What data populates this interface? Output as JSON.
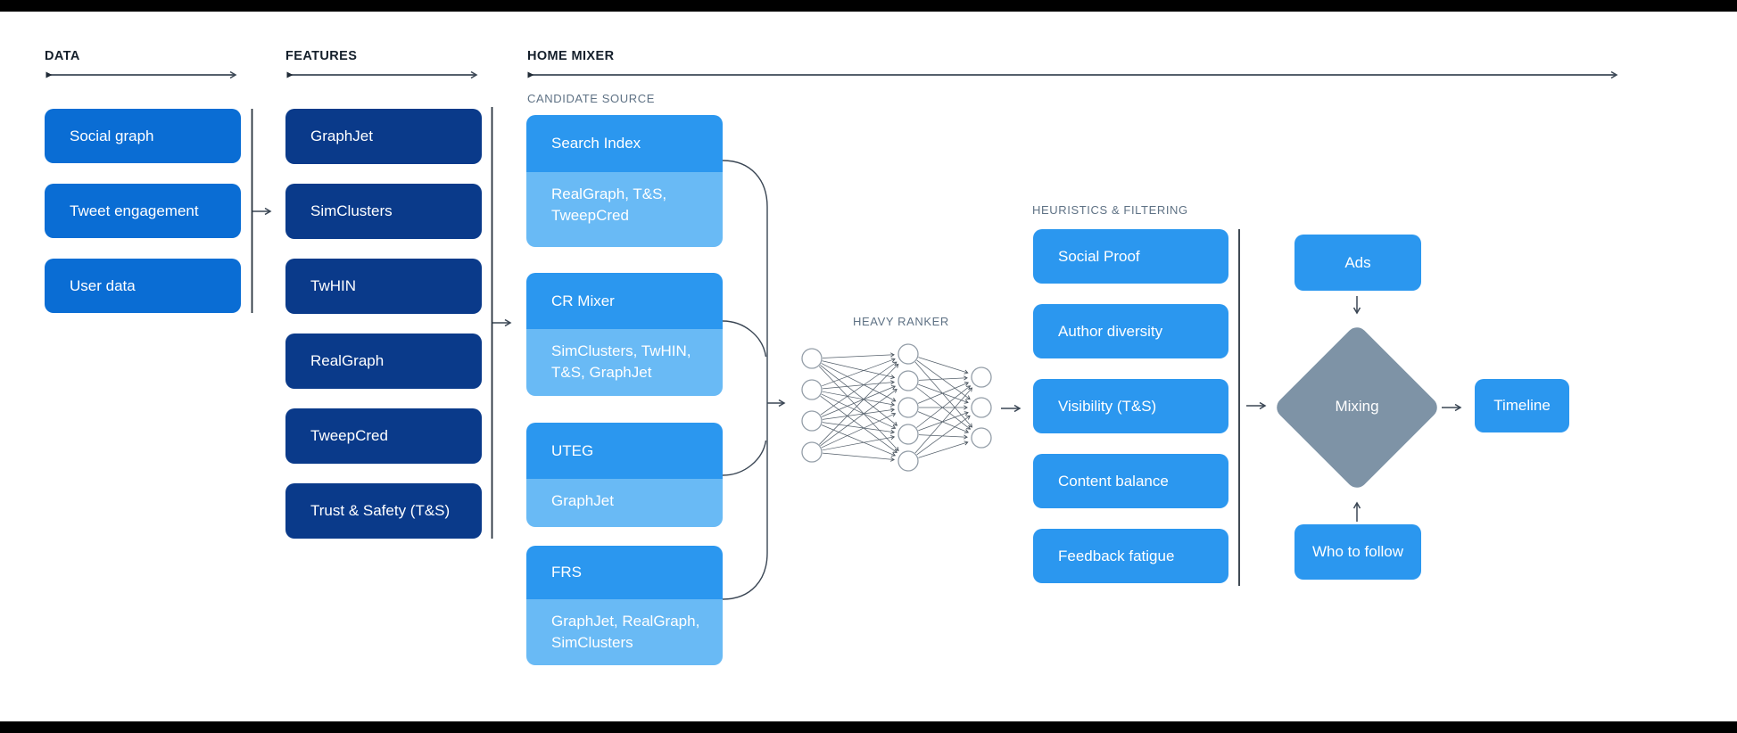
{
  "sections": {
    "data": {
      "label": "DATA",
      "items": [
        "Social graph",
        "Tweet engagement",
        "User data"
      ]
    },
    "features": {
      "label": "FEATURES",
      "items": [
        "GraphJet",
        "SimClusters",
        "TwHIN",
        "RealGraph",
        "TweepCred",
        "Trust & Safety (T&S)"
      ]
    },
    "home_mixer": {
      "label": "HOME MIXER",
      "candidate_source": {
        "label": "CANDIDATE SOURCE",
        "items": [
          {
            "name": "Search Index",
            "sources": "RealGraph, T&S, TweepCred"
          },
          {
            "name": "CR Mixer",
            "sources": "SimClusters, TwHIN, T&S, GraphJet"
          },
          {
            "name": "UTEG",
            "sources": "GraphJet"
          },
          {
            "name": "FRS",
            "sources": "GraphJet, RealGraph, SimClusters"
          }
        ]
      },
      "heavy_ranker_label": "HEAVY RANKER",
      "heuristics": {
        "label": "HEURISTICS & FILTERING",
        "items": [
          "Social Proof",
          "Author diversity",
          "Visibility (T&S)",
          "Content balance",
          "Feedback fatigue"
        ]
      },
      "ads_label": "Ads",
      "mixing_label": "Mixing",
      "who_to_follow_label": "Who to follow",
      "timeline_label": "Timeline"
    }
  },
  "colors": {
    "data_box": "#0A6DD4",
    "features_box": "#0A3A8A",
    "candidate_main": "#2B97EF",
    "candidate_sub": "#69BAF5",
    "heuristics_box": "#2B97EF",
    "mixing_diamond": "#7E93A6",
    "connector": "#3A4654",
    "header_text": "#141F2B",
    "sublabel_text": "#5F7285",
    "frame_bar": "#000000"
  }
}
